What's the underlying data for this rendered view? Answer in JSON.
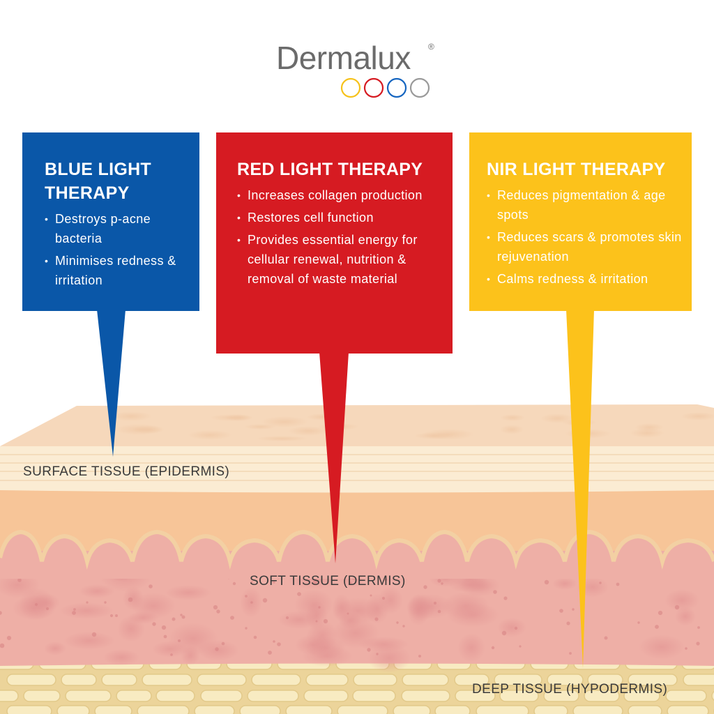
{
  "brand": {
    "name": "Dermalux",
    "registered_mark": "®",
    "ring_colors": [
      "#f6c21c",
      "#d61b22",
      "#1565c0",
      "#9a9a9a"
    ]
  },
  "therapies": [
    {
      "title_lines": [
        "BLUE LIGHT",
        "THERAPY"
      ],
      "color": "#0a57a8",
      "bullets": [
        "Destroys p-acne bacteria",
        "Minimises redness & irritation"
      ],
      "targets": "SURFACE TISSUE (EPIDERMIS)"
    },
    {
      "title_lines": [
        "RED LIGHT THERAPY"
      ],
      "color": "#d61b22",
      "bullets": [
        "Increases collagen production",
        "Restores cell function",
        "Provides essential energy for cellular renewal, nutrition & removal of waste material"
      ],
      "targets": "SOFT TISSUE (DERMIS)"
    },
    {
      "title_lines": [
        "NIR LIGHT THERAPY"
      ],
      "color": "#fcc21b",
      "bullets": [
        "Reduces pigmentation & age spots",
        "Reduces scars & promotes skin rejuvenation",
        "Calms redness & irritation"
      ],
      "targets": "DEEP TISSUE (HYPODERMIS)"
    }
  ],
  "layers": {
    "surface": "SURFACE TISSUE (EPIDERMIS)",
    "soft": "SOFT TISSUE (DERMIS)",
    "deep": "DEEP TISSUE (HYPODERMIS)"
  },
  "layer_colors": {
    "epidermis_top": "#f7dcc2",
    "epidermis_band": "#fbecd3",
    "papillary": "#f6c595",
    "dermis": "#ecaaa2",
    "hypodermis_bg": "#ecd49a",
    "fat_cell": "#f7e9bd"
  }
}
